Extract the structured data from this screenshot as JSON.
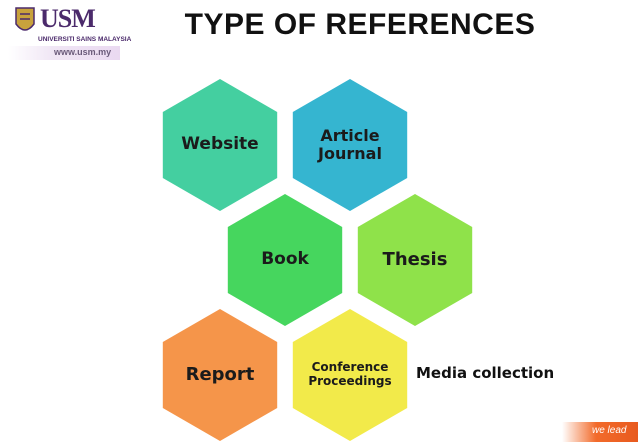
{
  "header": {
    "logo_main": "USM",
    "logo_sub": "UNIVERSITI SAINS MALAYSIA",
    "logo_url": "www.usm.my",
    "title": "TYPE OF REFERENCES"
  },
  "hexagons": [
    {
      "label": "Website",
      "color": "#44cfa0"
    },
    {
      "label": "Article Journal",
      "color": "#35b5d0"
    },
    {
      "label": "Book",
      "color": "#46d65e"
    },
    {
      "label": "Thesis",
      "color": "#8fe24a"
    },
    {
      "label": "Report",
      "color": "#f5954a"
    },
    {
      "label": "Conference Proceedings",
      "color": "#f2ea4a"
    }
  ],
  "extra_label": "Media collection",
  "footer": {
    "brand": "we lead",
    "brand_color": "#f26b2b"
  }
}
